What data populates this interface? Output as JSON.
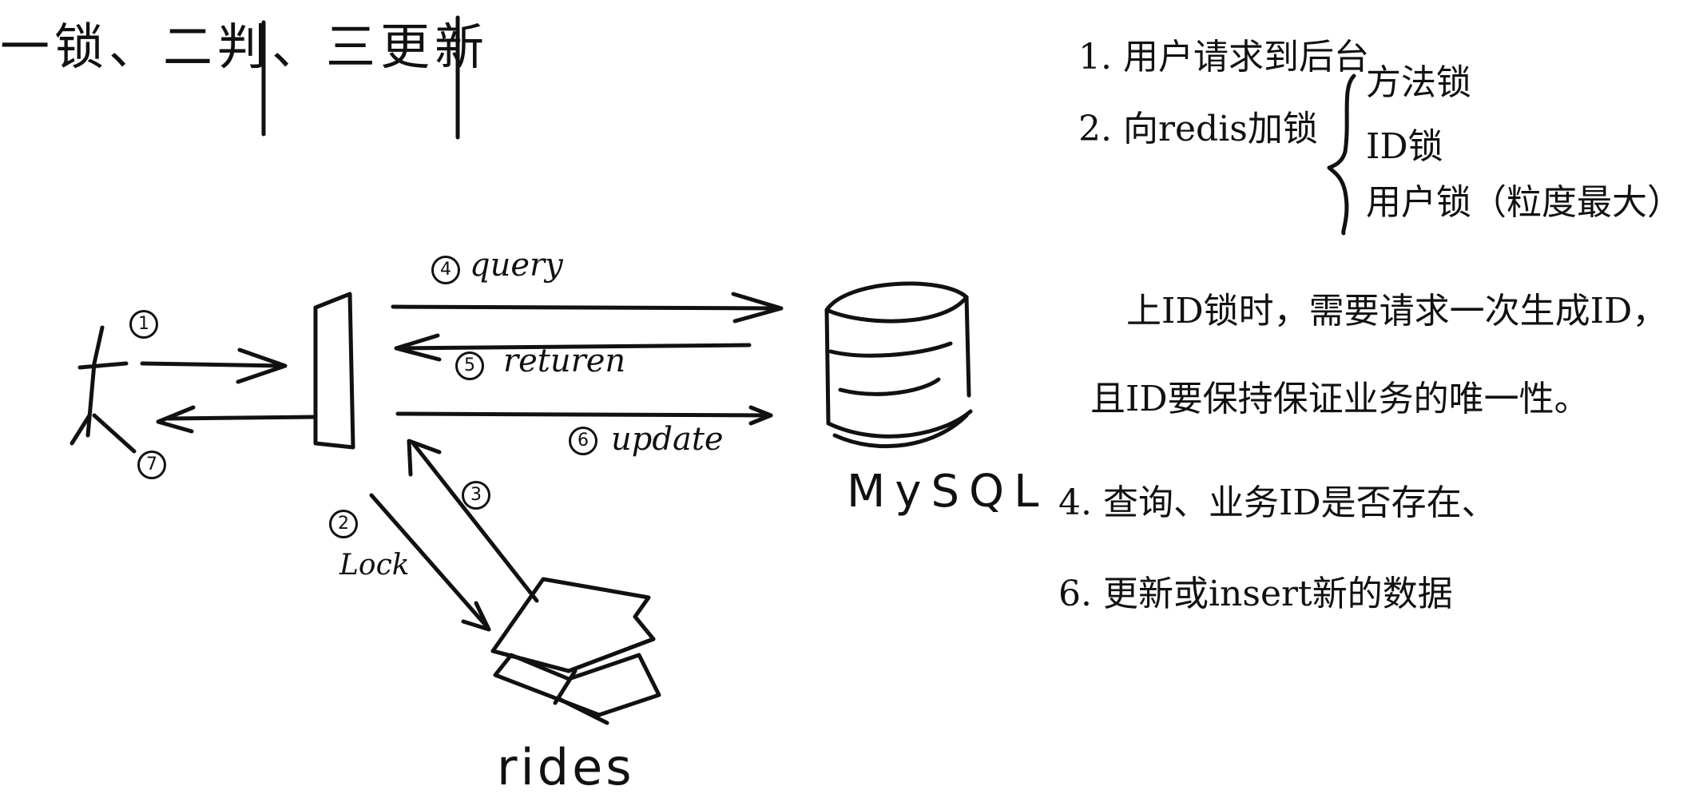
{
  "heading": "一锁、二判、三更新",
  "steps": {
    "s1": "1. 用户请求到后台",
    "s2": "2. 向redis加锁",
    "s4": "4. 查询、业务ID是否存在、",
    "s6": "6. 更新或insert新的数据"
  },
  "lock_types": [
    "方法锁",
    "ID锁",
    "用户锁（粒度最大）"
  ],
  "notes": {
    "line1": "上ID锁时，需要请求一次生成ID，",
    "line2": "且ID要保持保证业务的唯一性。"
  },
  "labels": {
    "mysql": "MySQL",
    "redis": "rides",
    "query": "query",
    "return": "returen",
    "update": "update",
    "lock": "Lock"
  },
  "numbers": {
    "n1": "1",
    "n2": "2",
    "n3": "3",
    "n4": "4",
    "n5": "5",
    "n6": "6",
    "n7": "7"
  }
}
